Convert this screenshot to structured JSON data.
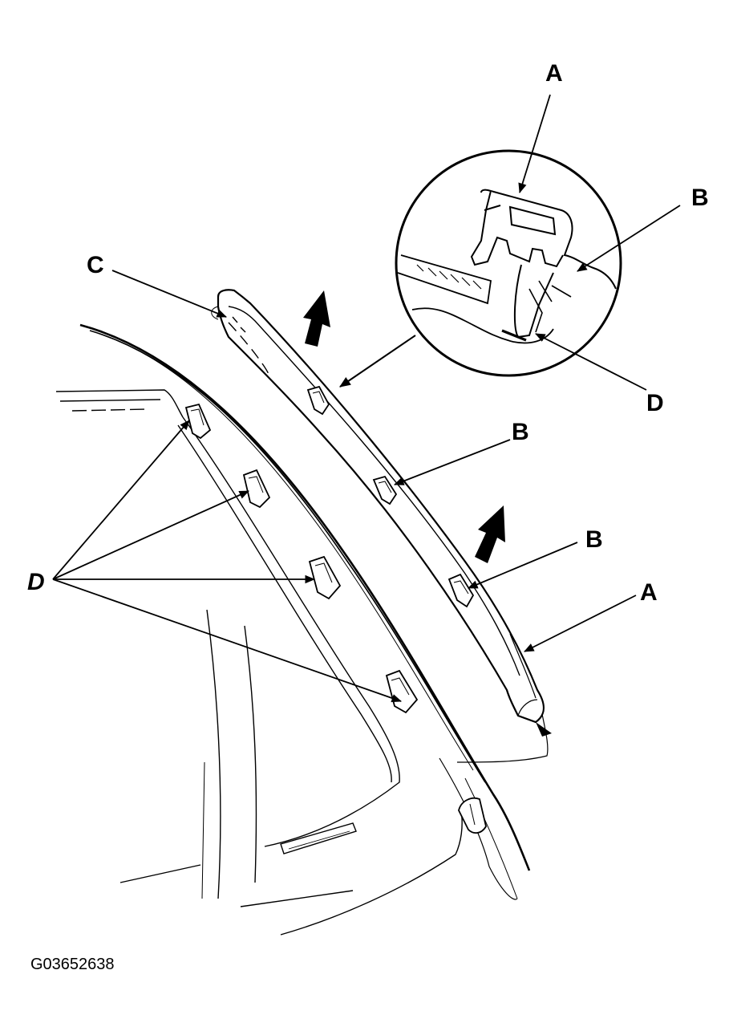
{
  "labels": {
    "A_detail": "A",
    "B_detail": "B",
    "D_detail": "D",
    "C": "C",
    "B_upper": "B",
    "B_lower": "B",
    "A_main": "A",
    "D_main": "D"
  },
  "figure_code": "G03652638"
}
